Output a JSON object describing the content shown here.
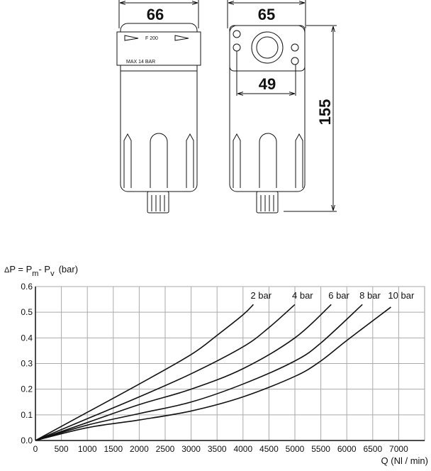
{
  "drawing": {
    "width_front": "66",
    "width_side": "65",
    "height": "155",
    "hole_spacing": "49",
    "model_label": "F 200",
    "pressure_label": "MAX 14 BAR"
  },
  "chart_data": {
    "type": "line",
    "title": "",
    "ylabel": "ΔP = Pm- Pv  (bar)",
    "ylabel_parts": {
      "delta": "Δ",
      "p": "P = P",
      "m": "m",
      "minus": "- P",
      "v": "v",
      "unit": "(bar)"
    },
    "xlabel": "Q  (Nl / min)",
    "xlim": [
      0,
      7500
    ],
    "ylim": [
      0,
      0.6
    ],
    "grid": true,
    "xticks": [
      "0",
      "500",
      "1000",
      "1500",
      "2000",
      "2500",
      "3000",
      "3500",
      "4000",
      "4500",
      "5000",
      "5500",
      "6000",
      "6500",
      "7000"
    ],
    "yticks": [
      "0.0",
      "0.1",
      "0.2",
      "0.3",
      "0.4",
      "0.5",
      "0.6"
    ],
    "series": [
      {
        "name": "2 bar",
        "x": [
          0,
          1000,
          2000,
          3000,
          3500,
          4000,
          4200
        ],
        "y": [
          0,
          0.11,
          0.22,
          0.335,
          0.41,
          0.49,
          0.53
        ]
      },
      {
        "name": "4 bar",
        "x": [
          0,
          1000,
          2000,
          3000,
          4000,
          4500,
          5000
        ],
        "y": [
          0,
          0.085,
          0.17,
          0.26,
          0.365,
          0.44,
          0.53
        ]
      },
      {
        "name": "6 bar",
        "x": [
          0,
          1000,
          2000,
          3000,
          4000,
          5000,
          5700
        ],
        "y": [
          0,
          0.07,
          0.14,
          0.2,
          0.28,
          0.4,
          0.53
        ]
      },
      {
        "name": "8 bar",
        "x": [
          0,
          1000,
          2000,
          3000,
          4000,
          5000,
          5500,
          6300
        ],
        "y": [
          0,
          0.06,
          0.105,
          0.15,
          0.22,
          0.31,
          0.38,
          0.53
        ]
      },
      {
        "name": "10 bar",
        "x": [
          0,
          1000,
          2000,
          3000,
          4000,
          5000,
          5500,
          6000,
          6850
        ],
        "y": [
          0,
          0.05,
          0.08,
          0.115,
          0.17,
          0.25,
          0.31,
          0.39,
          0.52
        ]
      }
    ]
  }
}
